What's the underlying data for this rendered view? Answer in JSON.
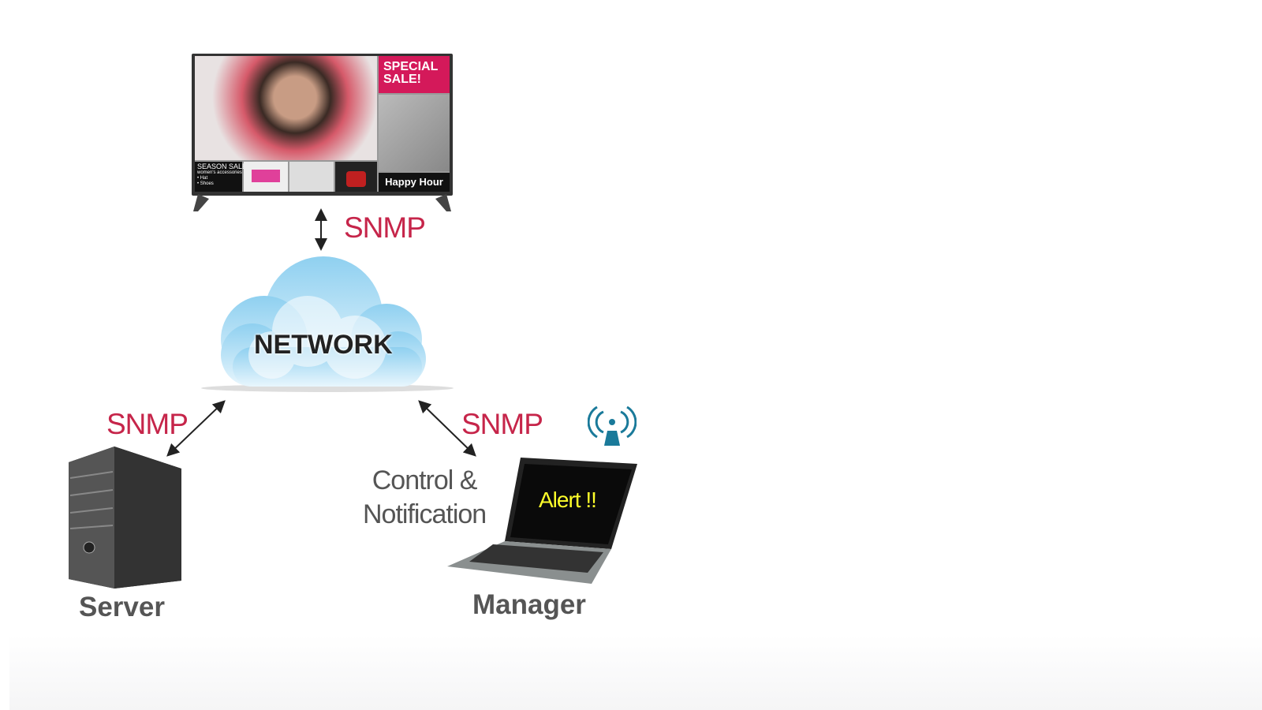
{
  "tv": {
    "special_sale": "SPECIAL SALE!",
    "season_sale": "SEASON SALE",
    "season_sub": "women's accessories",
    "items": [
      "• Hat",
      "• Shoes"
    ],
    "happy_hour": "Happy Hour"
  },
  "links": {
    "tv_network": "SNMP",
    "server_network": "SNMP",
    "manager_network": "SNMP"
  },
  "cloud": {
    "label": "NETWORK"
  },
  "server": {
    "label": "Server"
  },
  "manager": {
    "label": "Manager",
    "screen_text": "Alert !!",
    "action_line1": "Control &",
    "action_line2": "Notification"
  },
  "colors": {
    "snmp": "#c6254a",
    "alert": "#ffff2a",
    "antenna": "#1a7a9a",
    "cloud": "#8fd0f0"
  }
}
